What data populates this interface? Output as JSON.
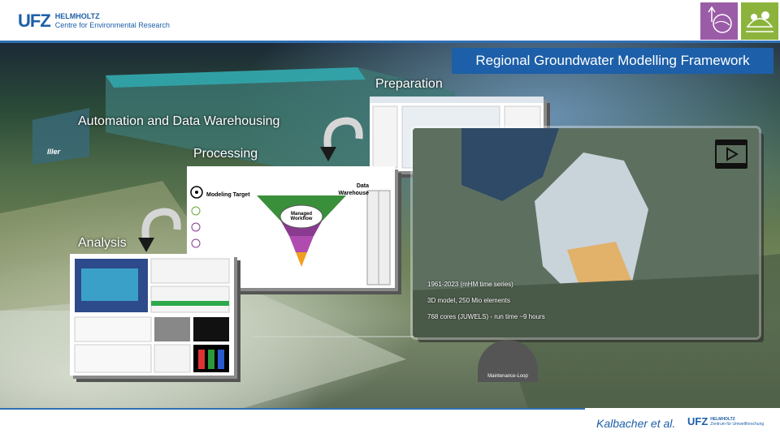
{
  "header": {
    "logo_mark": "UFZ",
    "logo_line1": "HELMHOLTZ",
    "logo_line2": "Centre for Environmental Research",
    "sdg_icons": [
      "sdg-6-clean-water-icon",
      "sdg-15-life-on-land-icon"
    ]
  },
  "slide": {
    "title": "Regional Groundwater Modelling Framework",
    "labels": {
      "preparation": "Preparation",
      "automation": "Automation and Data Warehousing",
      "processing": "Processing",
      "analysis": "Analysis",
      "iller": "Iller"
    },
    "workflow": {
      "modeling_target": "Modeling Target",
      "data_warehouse": "Data Warehouse",
      "managed_workflow": "Managed Workflow"
    },
    "map_caption": [
      "1961-2023   (mHM time series)",
      "3D model,  250 Mio elements",
      "768  cores (JUWELS) - run time ~9 hours"
    ],
    "maintenance": "Maintenance-Loop"
  },
  "footer": {
    "author": "Kalbacher et al.",
    "logo_mark": "UFZ",
    "logo_line1": "HELMHOLTZ",
    "logo_line2": "Zentrum für Umweltforschung"
  },
  "colors": {
    "accent": "#1d5fa8",
    "funnel": [
      "#3a8f3a",
      "#6aab3a",
      "#8a3a8f",
      "#f0a020"
    ]
  }
}
